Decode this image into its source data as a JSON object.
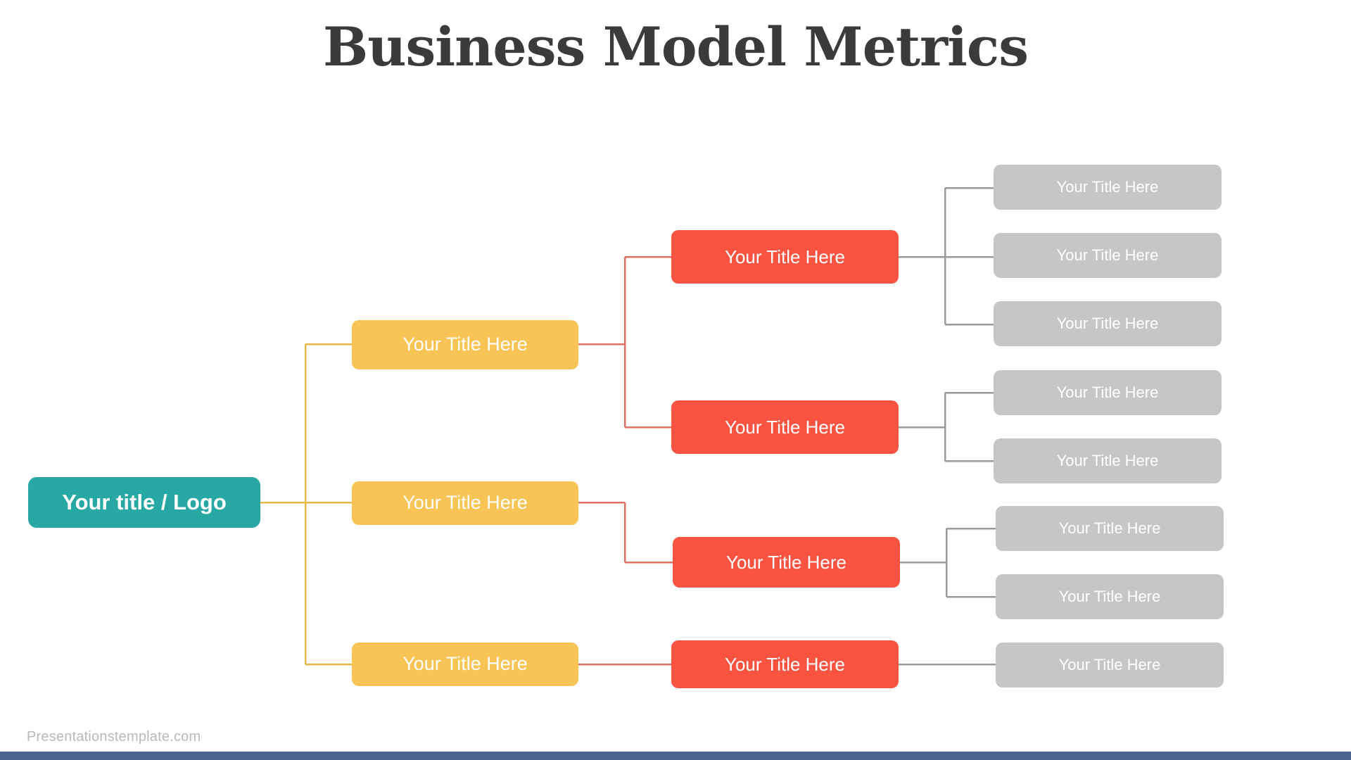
{
  "page": {
    "title": "Business Model Metrics",
    "background_color": "#ffffff"
  },
  "colors": {
    "root": "#27a8a4",
    "level1": "#f8c455",
    "level2": "#fa5341",
    "level3": "#c6c6c6",
    "title_text": "#3b3b3b",
    "footer_bar": "#4a6491",
    "footer_text": "#b9b9b9",
    "connector_level1": "#e8b84b",
    "connector_level2": "#e0705f",
    "connector_level3": "#9a9a9a"
  },
  "diagram": {
    "type": "tree",
    "root": {
      "label": "Your title / Logo"
    },
    "level1": [
      {
        "label": "Your Title Here"
      },
      {
        "label": "Your Title Here"
      },
      {
        "label": "Your Title Here"
      }
    ],
    "level2": [
      {
        "label": "Your Title Here"
      },
      {
        "label": "Your Title Here"
      },
      {
        "label": "Your Title Here"
      },
      {
        "label": "Your Title Here"
      }
    ],
    "level3": [
      {
        "label": "Your Title Here"
      },
      {
        "label": "Your Title Here"
      },
      {
        "label": "Your Title Here"
      },
      {
        "label": "Your Title Here"
      },
      {
        "label": "Your Title Here"
      },
      {
        "label": "Your Title Here"
      },
      {
        "label": "Your Title Here"
      },
      {
        "label": "Your Title Here"
      }
    ]
  },
  "footer": {
    "credit": "Presentationstemplate.com"
  }
}
